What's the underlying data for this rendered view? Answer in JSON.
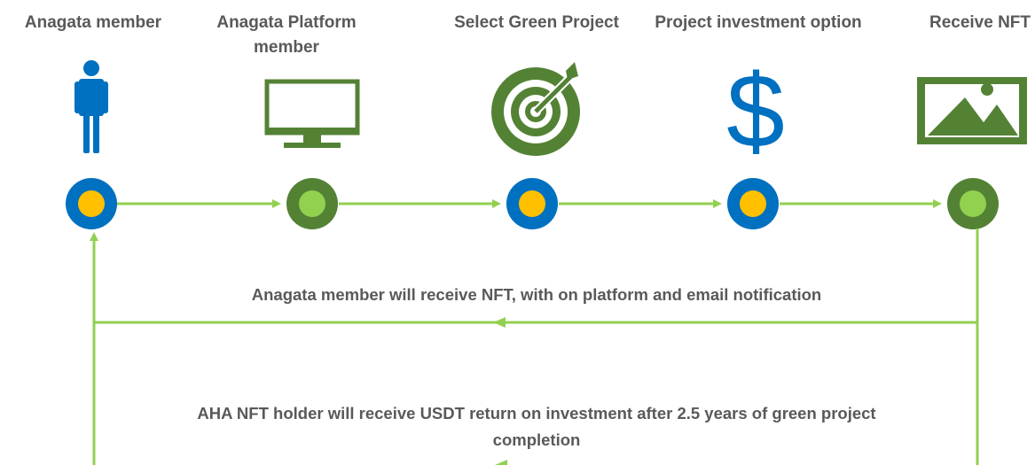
{
  "steps": [
    {
      "label": "Anagata member",
      "icon": "person-icon",
      "node_style": "blue-yellow"
    },
    {
      "label": "Anagata Platform member",
      "icon": "monitor-icon",
      "node_style": "green-lightgreen"
    },
    {
      "label": "Select Green Project",
      "icon": "target-icon",
      "node_style": "blue-yellow"
    },
    {
      "label": "Project investment option",
      "icon": "dollar-icon",
      "node_style": "blue-yellow"
    },
    {
      "label": "Receive NFT",
      "icon": "image-icon",
      "node_style": "green-lightgreen"
    }
  ],
  "dollar_symbol": "$",
  "flows": {
    "nft_notice": "Anagata member will receive NFT, with on platform and email notification",
    "usdt_return": "AHA NFT holder will receive USDT return on investment after 2.5 years of green project completion"
  },
  "colors": {
    "blue": "#0070C0",
    "yellow": "#FFC000",
    "dark_green": "#548235",
    "light_green": "#92D050",
    "arrow_green": "#92D050",
    "text_gray": "#595959"
  }
}
